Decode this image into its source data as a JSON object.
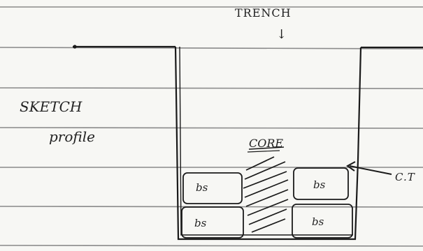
{
  "diagram": {
    "trench_label": "TRENCH",
    "arrow_glyph": "↓",
    "sketch_label_line1": "SKETCH",
    "sketch_label_line2": "profile",
    "core_label": "CORE",
    "side_label": "C.T",
    "block_label": "bs",
    "colors": {
      "paper": "#f7f7f4",
      "ruled_line": "#8a8a8a",
      "ink": "#1a1a1a"
    }
  }
}
